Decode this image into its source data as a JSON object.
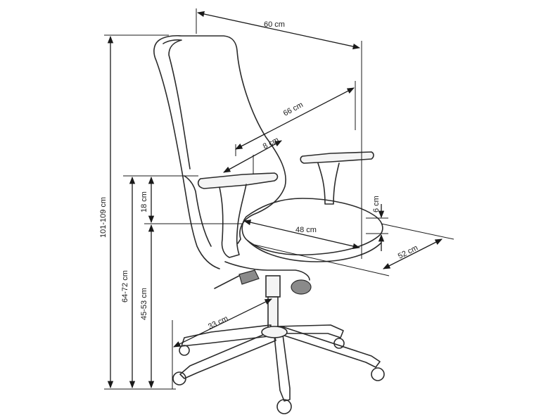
{
  "labels": {
    "width": "60 cm",
    "backrest_length": "66 cm",
    "lumbar": "8 cm",
    "armrest_height": "18 cm",
    "armrest_thickness": "6 cm",
    "seat_depth": "48 cm",
    "seat_width": "52 cm",
    "total_height": "101-109 cm",
    "armrest_floor": "64-72 cm",
    "seat_floor": "45-53 cm",
    "base_radius": "33 cm"
  }
}
